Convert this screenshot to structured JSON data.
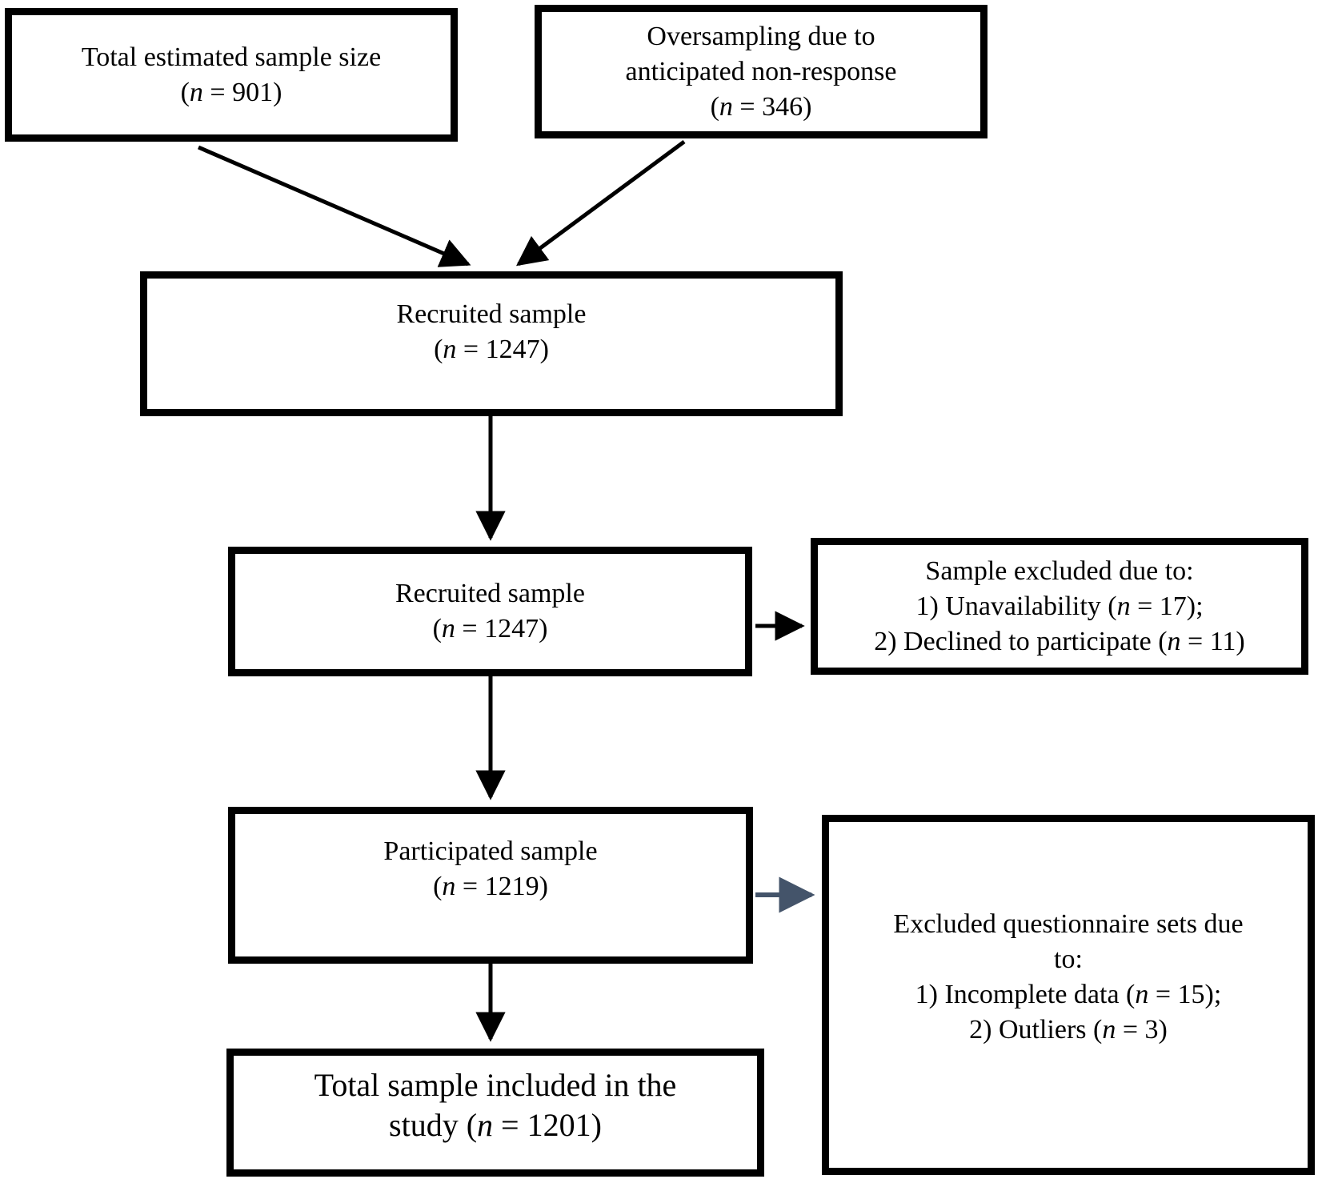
{
  "diagram": {
    "boxes": [
      {
        "id": "total-estimated-sample-size",
        "text": "Total estimated sample size\n(n = 901)"
      },
      {
        "id": "oversampling",
        "text": "Oversampling due to\nanticipated non-response\n(n = 346)"
      },
      {
        "id": "recruited-sample-1",
        "text": "Recruited sample\n(n = 1247)"
      },
      {
        "id": "recruited-sample-2",
        "text": "Recruited sample\n(n = 1247)"
      },
      {
        "id": "sample-excluded",
        "text": "Sample excluded due to:\n1) Unavailability (n = 17);\n2) Declined to participate (n = 11)"
      },
      {
        "id": "participated-sample",
        "text": "Participated sample\n(n = 1219)"
      },
      {
        "id": "excluded-questionnaire-sets",
        "text": "Excluded questionnaire sets due\nto:\n1) Incomplete data (n = 15);\n2) Outliers (n = 3)"
      },
      {
        "id": "total-sample-included",
        "text": "Total sample included in the\nstudy (n = 1201)"
      }
    ],
    "arrows": [
      {
        "from": "total-estimated-sample-size",
        "to": "recruited-sample-1",
        "color": "black"
      },
      {
        "from": "oversampling",
        "to": "recruited-sample-1",
        "color": "black"
      },
      {
        "from": "recruited-sample-1",
        "to": "recruited-sample-2",
        "color": "black"
      },
      {
        "from": "recruited-sample-2",
        "to": "sample-excluded",
        "color": "black"
      },
      {
        "from": "recruited-sample-2",
        "to": "participated-sample",
        "color": "black"
      },
      {
        "from": "participated-sample",
        "to": "excluded-questionnaire-sets",
        "color": "blue"
      },
      {
        "from": "participated-sample",
        "to": "total-sample-included",
        "color": "black"
      }
    ],
    "colors": {
      "border": "#000000",
      "text": "#000000",
      "arrow": "#000000",
      "exclusion_arrow_blue": "#44546A",
      "background": "#ffffff"
    }
  }
}
